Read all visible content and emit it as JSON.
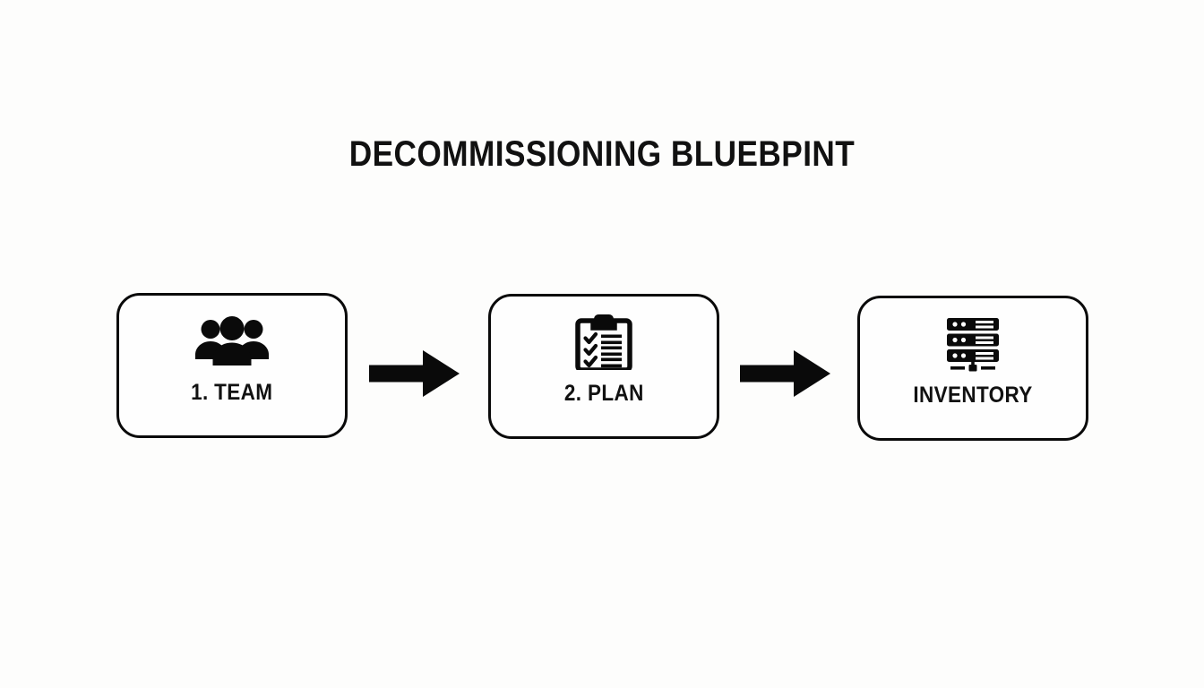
{
  "diagram": {
    "title": "DECOMMISSIONING BLUEBPINT",
    "background_color": "#fdfdfc",
    "ink_color": "#0a0a0a",
    "steps": [
      {
        "label": "1. TEAM",
        "icon": "people-group-icon"
      },
      {
        "label": "2. PLAN",
        "icon": "clipboard-checklist-icon"
      },
      {
        "label": "INVENTORY",
        "icon": "server-rack-icon"
      }
    ],
    "connectors": [
      {
        "name": "arrow-team-to-plan",
        "icon": "arrow-right-icon"
      },
      {
        "name": "arrow-plan-to-inventory",
        "icon": "arrow-right-icon"
      }
    ]
  }
}
